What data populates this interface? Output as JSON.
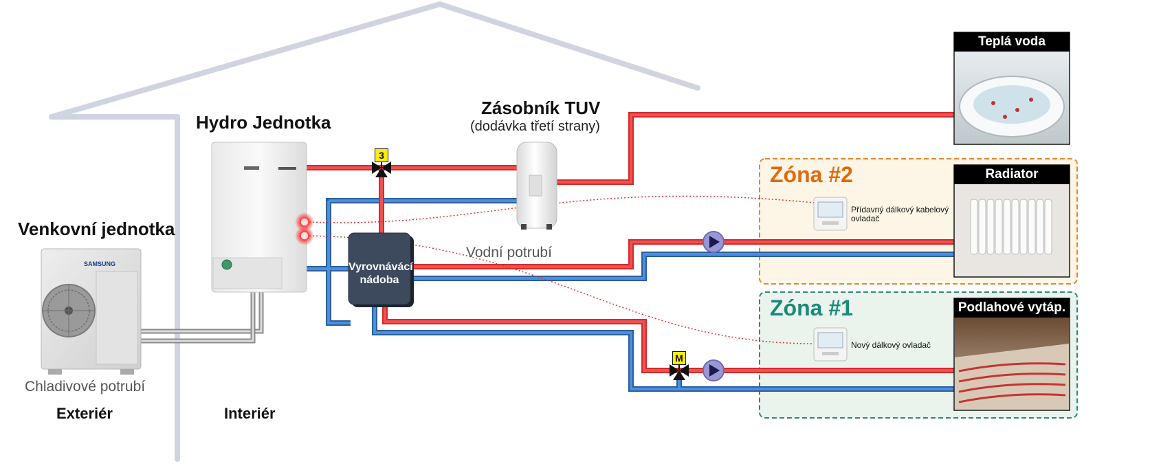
{
  "labels": {
    "outdoor_unit": "Venkovní jednotka",
    "hydro_unit": "Hydro Jednotka",
    "tank_title": "Zásobník TUV",
    "tank_subtitle": "(dodávka třetí strany)",
    "buffer_tank_line1": "Vyrovnávácí",
    "buffer_tank_line2": "nádoba",
    "water_pipe": "Vodní potrubí",
    "refrigerant_pipe": "Chladivové potrubí",
    "exterior": "Exteriér",
    "interior": "Interiér",
    "outdoor_brand": "SAMSUNG"
  },
  "zones": [
    {
      "title": "Zóna #2",
      "color": "#e06a10",
      "controller_text_1": "Přídavný  dálkový kabelový",
      "controller_text_2": "ovladač"
    },
    {
      "title": "Zóna #1",
      "color": "#1b8a78",
      "controller_text_1": "Nový dálkový ovladač",
      "controller_text_2": ""
    }
  ],
  "outputs": {
    "hot_water": "Teplá voda",
    "radiator": "Radiator",
    "floor": "Podlahové vytáp."
  },
  "valves": {
    "three_way_tag": "3",
    "mixing_tag": "M"
  },
  "colors": {
    "hot_pipe": "#f04848",
    "cold_pipe": "#3f7fd0",
    "house_outline": "#cfd5e0",
    "zone2_bg": "#fdf6e6",
    "zone1_bg": "#eaf4ec",
    "tank_dark": "#3d4a5e"
  }
}
